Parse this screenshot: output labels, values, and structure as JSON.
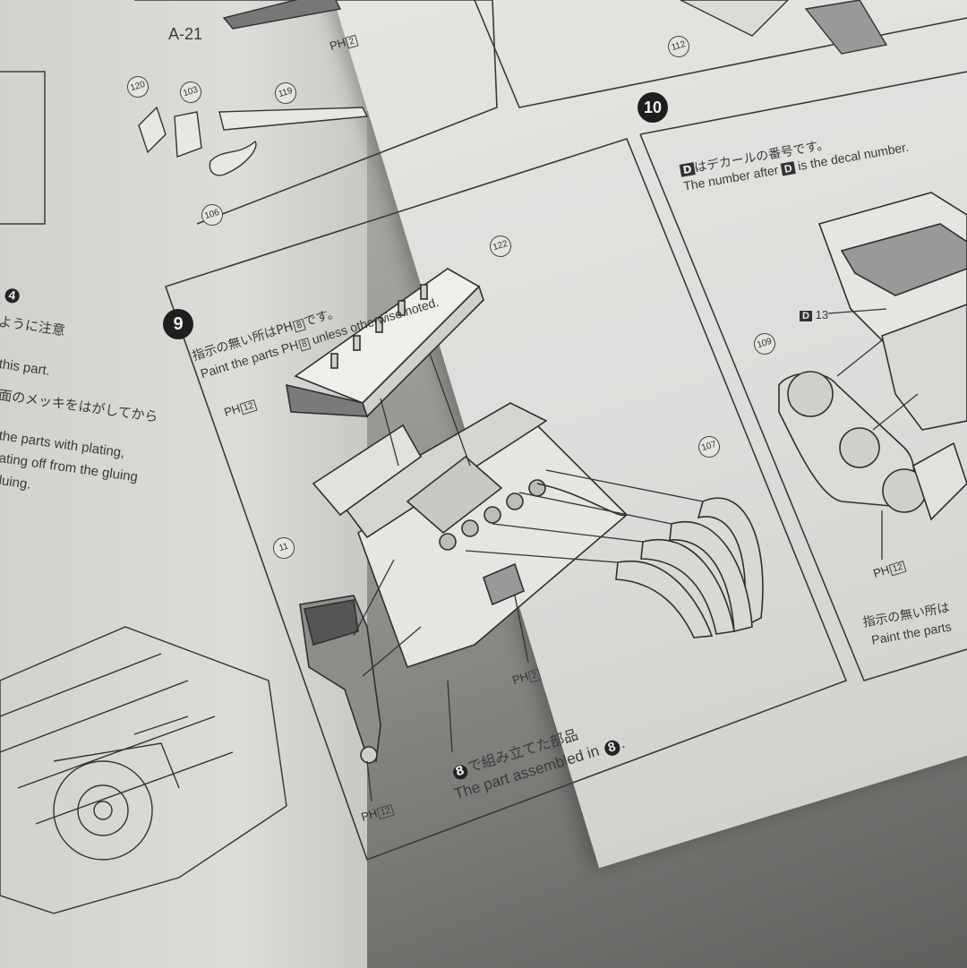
{
  "step_numbers": {
    "step9": "9",
    "step10": "10"
  },
  "left_page": {
    "line1": "ように注意",
    "line2": "this part.",
    "line3": "面のメッキをはがしてから",
    "line4": "the parts with plating,",
    "line5": "ating off from the gluing",
    "line6": "luing."
  },
  "step9": {
    "note_jp_prefix": "指示の無い所は",
    "note_jp_suffix": "です。",
    "note_en_prefix": "Paint the parts",
    "note_en_suffix": "unless otherwise noted.",
    "paint_code_prefix": "PH",
    "paint_code_num": "8",
    "assembled_jp_suffix": "で組み立てた部品",
    "assembled_en": "The part assembled in",
    "assembled_ref": "8"
  },
  "step10": {
    "decal_jp_suffix": "はデカールの番号です。",
    "decal_en_prefix": "The number after",
    "decal_en_suffix": "is the decal number.",
    "decal_letter": "D",
    "decal_num": "13",
    "bottom_jp": "指示の無い所は",
    "bottom_en": "Paint the parts"
  },
  "part_numbers": [
    "122",
    "107",
    "11",
    "109",
    "112",
    "119",
    "103",
    "120",
    "106"
  ],
  "paint_labels": [
    {
      "prefix": "PH",
      "num": "12"
    },
    {
      "prefix": "PH",
      "num": "2"
    },
    {
      "prefix": "PH",
      "num": "12"
    },
    {
      "prefix": "PH",
      "num": "12"
    },
    {
      "prefix": "PH",
      "num": "2"
    }
  ],
  "top_part_label": "A-21",
  "step_ref_left": "4"
}
